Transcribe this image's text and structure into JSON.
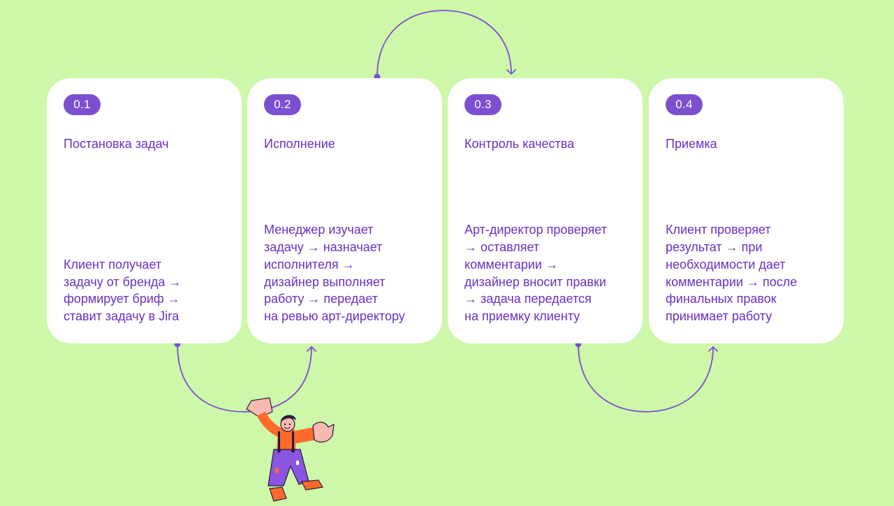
{
  "diagram": {
    "colors": {
      "background": "#cdf7a9",
      "card": "#ffffff",
      "accent": "#7c4fd1",
      "text": "#6a2fc4",
      "connector": "#7c4fd1"
    },
    "steps": [
      {
        "number": "0.1",
        "title": "Постановка задач",
        "description": "Клиент получает\nзадачу от бренда →\nформирует бриф →\nставит задачу в Jira"
      },
      {
        "number": "0.2",
        "title": "Исполнение",
        "description": "Менеджер изучает\nзадачу → назначает\nисполнителя →\nдизайнер выполняет\nработу → передает\nна ревью арт-директору"
      },
      {
        "number": "0.3",
        "title": "Контроль качества",
        "description": "Арт-директор проверяет\n→ оставляет\nкомментарии →\nдизайнер вносит правки\n→ задача передается\nна приемку клиенту"
      },
      {
        "number": "0.4",
        "title": "Приемка",
        "description": "Клиент проверяет\nрезультат → при\nнеобходимости дает\nкомментарии → после\nфинальных правок\nпринимает работу"
      }
    ],
    "connectors": [
      {
        "from": "0.1",
        "to": "0.2",
        "side": "bottom"
      },
      {
        "from": "0.2",
        "to": "0.3",
        "side": "top"
      },
      {
        "from": "0.3",
        "to": "0.4",
        "side": "bottom"
      }
    ],
    "illustration": "person-character-illustration"
  }
}
